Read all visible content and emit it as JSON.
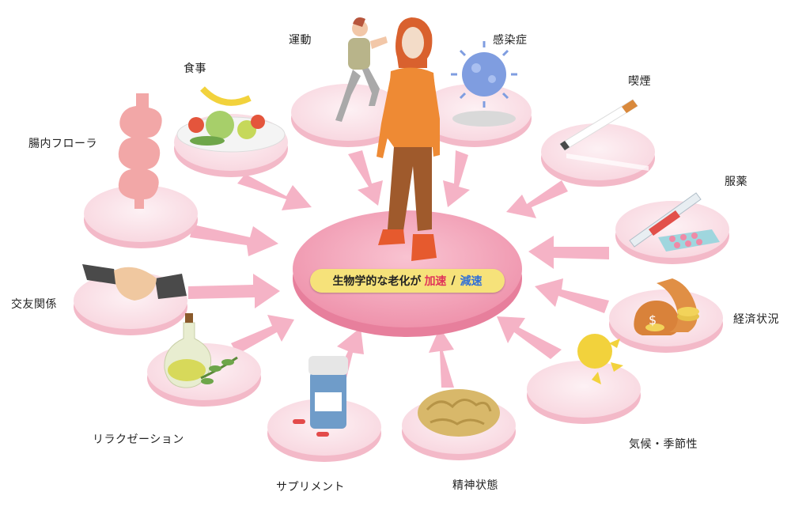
{
  "center": {
    "text": "生物学的な老化が",
    "accelerate": "加速",
    "separator": "/",
    "decelerate": "減速"
  },
  "factors": [
    {
      "label": "運動"
    },
    {
      "label": "感染症"
    },
    {
      "label": "喫煙"
    },
    {
      "label": "服薬"
    },
    {
      "label": "経済状況"
    },
    {
      "label": "気候・季節性"
    },
    {
      "label": "精神状態"
    },
    {
      "label": "サプリメント"
    },
    {
      "label": "リラクゼーション"
    },
    {
      "label": "交友関係"
    },
    {
      "label": "腸内フローラ"
    },
    {
      "label": "食事"
    }
  ],
  "colors": {
    "disc_top": "#fbe4ea",
    "disc_side": "#f3b9c8",
    "arrow": "#f5b3c6",
    "center_top": "#f4a3b9",
    "center_side": "#e77f9c",
    "banner": "#f6e27a",
    "accelerate": "#e0335a",
    "decelerate": "#2f6fd8"
  }
}
